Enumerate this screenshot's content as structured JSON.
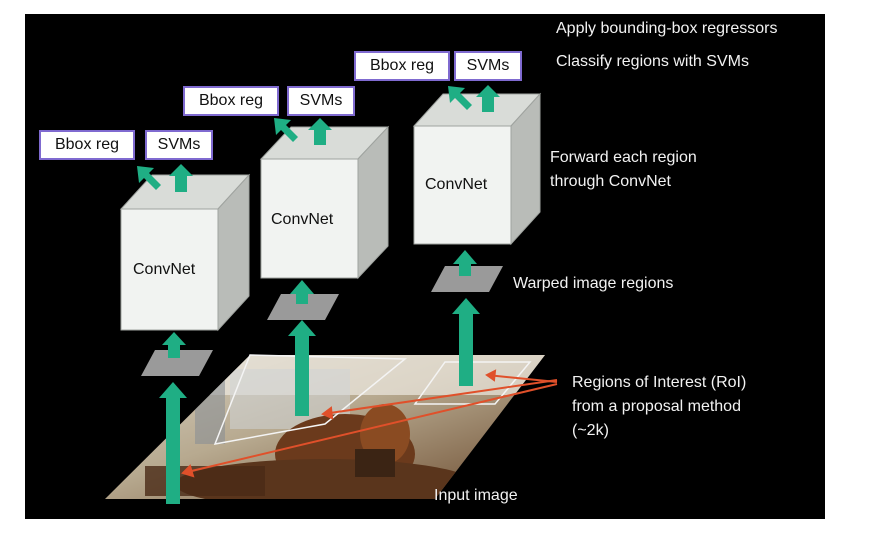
{
  "captions": {
    "apply_regressors": "Apply bounding-box regressors",
    "classify_regions": "Classify regions with SVMs",
    "forward_line1": "Forward each region",
    "forward_line2": "through ConvNet",
    "warped_regions": "Warped image regions",
    "roi_line1": "Regions of Interest (RoI)",
    "roi_line2": "from a proposal method",
    "roi_line3": "(~2k)",
    "input_image": "Input image"
  },
  "pipelines": [
    {
      "convnet_label": "ConvNet",
      "bbox_label": "Bbox reg",
      "svm_label": "SVMs"
    },
    {
      "convnet_label": "ConvNet",
      "bbox_label": "Bbox reg",
      "svm_label": "SVMs"
    },
    {
      "convnet_label": "ConvNet",
      "bbox_label": "Bbox reg",
      "svm_label": "SVMs"
    }
  ],
  "colors": {
    "background": "#000000",
    "arrow": "#1fae84",
    "label_border": "#7f6ad0",
    "pointer": "#e0502a",
    "cube_front": "#f1f3f1",
    "cube_top": "#d9dcd8",
    "cube_side": "#b9bcb8",
    "warped_region": "#9a9a9a"
  }
}
